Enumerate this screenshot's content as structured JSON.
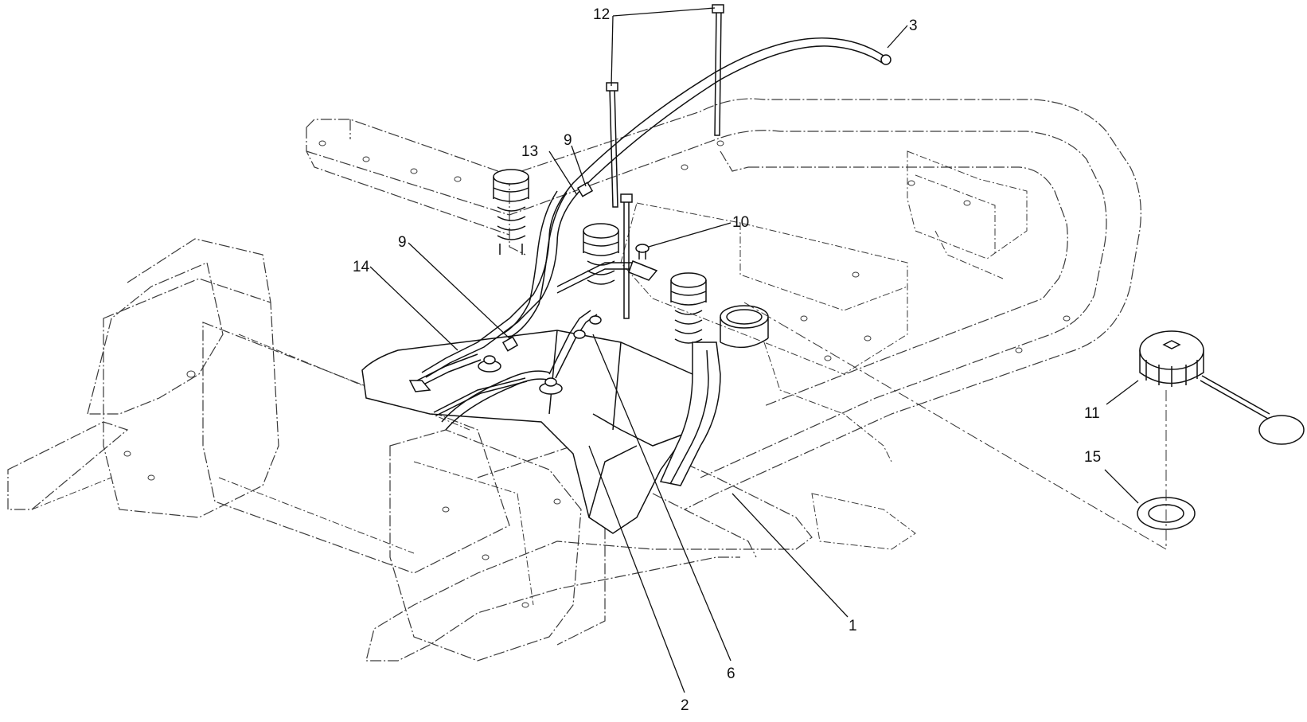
{
  "callouts": {
    "c1": "1",
    "c2": "2",
    "c3": "3",
    "c6": "6",
    "c9a": "9",
    "c9b": "9",
    "c10": "10",
    "c11": "11",
    "c12": "12",
    "c13": "13",
    "c14": "14",
    "c15": "15"
  },
  "colors": {
    "line": "#111111",
    "frame": "#3a3a3a",
    "background": "#ffffff"
  }
}
